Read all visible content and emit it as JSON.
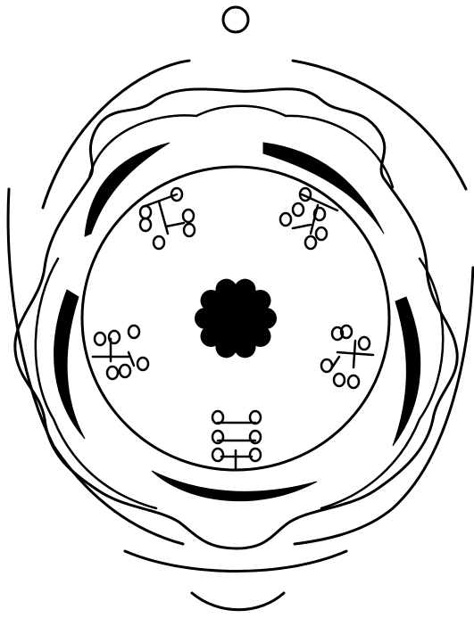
{
  "diagram": {
    "kind": "floral-diagram",
    "colors": {
      "stroke": "#000000",
      "fill": "#000000",
      "background": "#ffffff"
    },
    "labels": [],
    "parts": {
      "axis": 1,
      "bracts": 2,
      "outer_whorl_arcs": 3,
      "sepals": 5,
      "petals": 5,
      "stamen_bundles": 5,
      "anthers_per_bundle": 6,
      "gynoecium_lobes": 10
    }
  }
}
